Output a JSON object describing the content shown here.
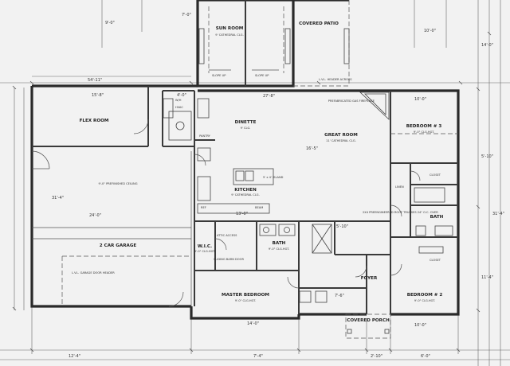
{
  "rooms": {
    "sun_room": {
      "name": "SUN ROOM",
      "note": "9' CATHEDRAL CLG."
    },
    "covered_patio": {
      "name": "COVERED PATIO"
    },
    "flex_room": {
      "name": "FLEX ROOM"
    },
    "dinette": {
      "name": "DINETTE",
      "note": "9' CLG."
    },
    "kitchen": {
      "name": "KITCHEN",
      "note": "9' CATHEDRAL CLG."
    },
    "great_room": {
      "name": "GREAT ROOM",
      "note": "11' CATHEDRAL CLG."
    },
    "bedroom_3": {
      "name": "BEDROOM # 3",
      "note": "9'-0\" CLG.HGT."
    },
    "bedroom_2": {
      "name": "BEDROOM # 2",
      "note": "9'-0\" CLG.HGT."
    },
    "master_bedroom": {
      "name": "MASTER BEDROOM",
      "note": "9'-0\" CLG.HGT."
    },
    "garage": {
      "name": "2 CAR GARAGE",
      "note": "9'-0\" PREFINISHED CEILING"
    },
    "bath_master": {
      "name": "BATH",
      "note": "9'-0\" CLG.HGT."
    },
    "bath_hall": {
      "name": "BATH"
    },
    "foyer": {
      "name": "FOYER"
    },
    "covered_porch": {
      "name": "COVERED PORCH"
    },
    "wic": {
      "name": "W.I.C.",
      "note": "9'-0\" CLG.HGT."
    },
    "pantry": {
      "name": "PANTRY"
    },
    "closet_a": {
      "name": "CLOSET"
    },
    "closet_b": {
      "name": "CLOSET"
    }
  },
  "notes": {
    "fireplace": "PREFABRICATED GAS FIREPLACE",
    "island": "5' x 4' ISLAND",
    "header_top": "L.V.L. HEADER ACROSS",
    "garage_door": "L.V.L. GARAGE DOOR HEADER",
    "trusses": "2X4 PREENGINEERED ROOF TRUSSES 24\" O.C. OVER",
    "slope_up": "SLOPE UP",
    "attic": "ATTIC ACCESS",
    "beam": "BEAM",
    "barn_door": "SLIDING BARN DOOR",
    "linen": "LINEN",
    "wh": "W/H",
    "hvac": "HVAC",
    "ref": "REF"
  },
  "dimensions": {
    "top_overall": "54'-11\"",
    "dinette_w": "27'-8\"",
    "flex_w": "15'-8\"",
    "closet_w": "4'-0\"",
    "bed3_w": "10'-0\"",
    "garage_w": "24'-0\"",
    "kitchen_w": "13'-0\"",
    "bath_w": "5'-10\"",
    "master_w": "14'-0\"",
    "bed2_w": "10'-0\"",
    "foyer_w": "7'-6\"",
    "right_1": "14'-0\"",
    "right_2": "5'-10\"",
    "right_3": "31'-4\"",
    "right_4": "11'-4\"",
    "left_1": "31'-4\"",
    "gr_depth": "16'-5\"",
    "bot_1": "12'-4\"",
    "bot_2": "7'-4\"",
    "bot_3": "2'-10\"",
    "bot_4": "6'-0\"",
    "top_left": "7'-0\"",
    "top_mid": "9'-0\"",
    "top_right": "10'-0\""
  },
  "colors": {
    "background": "#f2f2f2",
    "ink": "#2a2a2a"
  }
}
